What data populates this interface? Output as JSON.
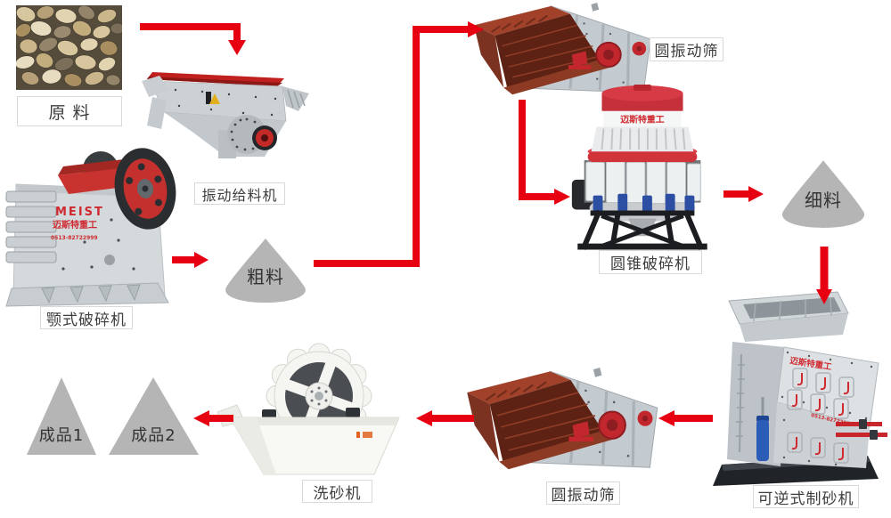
{
  "colors": {
    "background": "#ffffff",
    "arrow": "#e60012",
    "label_border": "#d9d9d9",
    "label_text": "#3d3d3d",
    "pile_gray": "#b5b5b5",
    "machine_red": "#c9332f",
    "machine_gray": "#ccd1d5",
    "deck_maroon": "#8c3a24",
    "cylinder_blue": "#2a5cb8"
  },
  "nodes": {
    "raw_material": {
      "label": "原 料"
    },
    "vibrating_feeder": {
      "label": "振动给料机"
    },
    "jaw_crusher": {
      "label": "颚式破碎机",
      "brand": "MEIST",
      "brand_cn": "迈斯特重工",
      "phone": "0513-82722999"
    },
    "coarse_material": {
      "label": "粗料"
    },
    "circular_vibrating_screen_top": {
      "label": "圆振动筛"
    },
    "cone_crusher": {
      "label": "圆锥破碎机",
      "brand_cn": "迈斯特重工"
    },
    "fine_material": {
      "label": "细料"
    },
    "reversible_sand_maker": {
      "label": "可逆式制砂机",
      "brand_cn": "迈斯特重工",
      "phone": "0513-82722999"
    },
    "circular_vibrating_screen_bottom": {
      "label": "圆振动筛"
    },
    "sand_washer": {
      "label": "洗砂机"
    },
    "product_1": {
      "label": "成品1"
    },
    "product_2": {
      "label": "成品2"
    }
  },
  "edges": [
    {
      "from": "raw_material",
      "to": "vibrating_feeder"
    },
    {
      "from": "jaw_crusher",
      "to": "coarse_material"
    },
    {
      "from": "coarse_material",
      "to": "circular_vibrating_screen_top"
    },
    {
      "from": "circular_vibrating_screen_top",
      "to": "cone_crusher"
    },
    {
      "from": "cone_crusher",
      "to": "fine_material"
    },
    {
      "from": "fine_material",
      "to": "reversible_sand_maker"
    },
    {
      "from": "reversible_sand_maker",
      "to": "circular_vibrating_screen_bottom"
    },
    {
      "from": "circular_vibrating_screen_bottom",
      "to": "sand_washer"
    },
    {
      "from": "sand_washer",
      "to": "product_2"
    }
  ]
}
